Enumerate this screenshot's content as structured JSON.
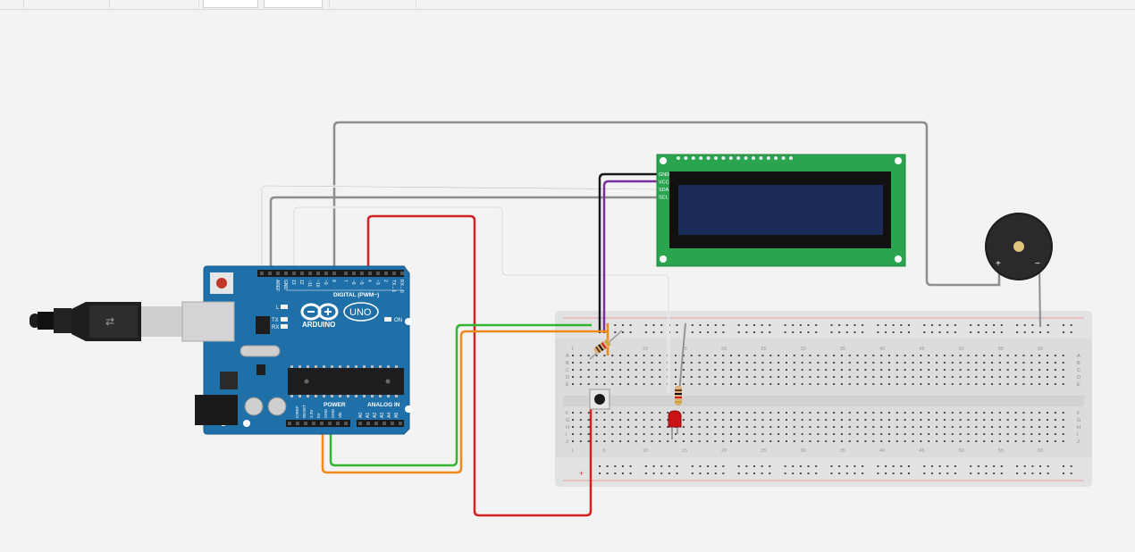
{
  "toolbar": {
    "segments": [
      "",
      "",
      "",
      ""
    ]
  },
  "arduino": {
    "brand": "ARDUINO",
    "model": "UNO",
    "digital_label": "DIGITAL (PWM~)",
    "power_label": "POWER",
    "analog_label": "ANALOG IN",
    "on_label": "ON",
    "l_label": "L",
    "tx_label": "TX",
    "rx_label": "RX",
    "digital_pins": [
      "AREF",
      "GND",
      "13",
      "12",
      "~11",
      "~10",
      "~9",
      "8",
      "7",
      "~6",
      "~5",
      "4",
      "~3",
      "2",
      "TX→1",
      "RX←0"
    ],
    "power_pins": [
      "IOREF",
      "RESET",
      "3.3V",
      "5V",
      "GND",
      "GND",
      "Vin"
    ],
    "analog_pins": [
      "A0",
      "A1",
      "A2",
      "A3",
      "A4",
      "A5"
    ]
  },
  "lcd": {
    "pins": [
      "GND",
      "VCC",
      "SDA",
      "SCL"
    ]
  },
  "buzzer": {
    "plus": "+",
    "minus": "−"
  },
  "breadboard": {
    "row_letters_top": [
      "A",
      "B",
      "C",
      "D",
      "E"
    ],
    "row_letters_bottom": [
      "F",
      "G",
      "H",
      "I",
      "J"
    ],
    "column_numbers": [
      "1",
      "5",
      "10",
      "15",
      "20",
      "25",
      "30",
      "35",
      "40",
      "45",
      "50",
      "55",
      "60"
    ],
    "rail_plus": "+",
    "rail_minus": "−"
  },
  "colors": {
    "arduino_board": "#1f6fa8",
    "lcd_board": "#2aa44f",
    "lcd_screen": "#1b2c59",
    "wire_red": "#d32020",
    "wire_green": "#2fb52f",
    "wire_orange": "#f08a18",
    "wire_gray": "#8e8e8e",
    "wire_black": "#1a1a1a",
    "wire_purple": "#7b2f9e",
    "wire_white": "#f5f5f5",
    "led_red": "#c81414"
  }
}
